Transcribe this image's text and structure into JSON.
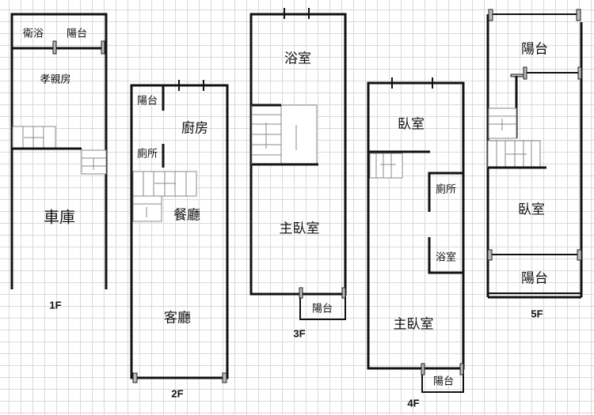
{
  "floors": [
    {
      "name": "1F",
      "rooms": [
        "衛浴",
        "陽台",
        "孝親房",
        "車庫"
      ]
    },
    {
      "name": "2F",
      "rooms": [
        "陽台",
        "廚房",
        "廁所",
        "餐廳",
        "客廳"
      ]
    },
    {
      "name": "3F",
      "rooms": [
        "浴室",
        "主臥室",
        "陽台"
      ]
    },
    {
      "name": "4F",
      "rooms": [
        "臥室",
        "廁所",
        "浴室",
        "主臥室",
        "陽台"
      ]
    },
    {
      "name": "5F",
      "rooms": [
        "陽台",
        "臥室",
        "陽台"
      ]
    }
  ]
}
